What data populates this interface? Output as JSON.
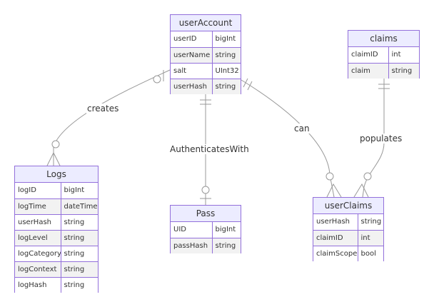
{
  "diagram": {
    "colors": {
      "border": "#9370db",
      "header_fill": "#ececff",
      "line": "#999999"
    },
    "entities": {
      "userAccount": {
        "name": "userAccount",
        "attributes": [
          {
            "name": "userID",
            "type": "bigInt"
          },
          {
            "name": "userName",
            "type": "string"
          },
          {
            "name": "salt",
            "type": "UInt32"
          },
          {
            "name": "userHash",
            "type": "string"
          }
        ]
      },
      "claims": {
        "name": "claims",
        "attributes": [
          {
            "name": "claimID",
            "type": "int"
          },
          {
            "name": "claim",
            "type": "string"
          }
        ]
      },
      "logs": {
        "name": "Logs",
        "attributes": [
          {
            "name": "logID",
            "type": "bigInt"
          },
          {
            "name": "logTime",
            "type": "dateTime"
          },
          {
            "name": "userHash",
            "type": "string"
          },
          {
            "name": "logLevel",
            "type": "string"
          },
          {
            "name": "logCategory",
            "type": "string"
          },
          {
            "name": "logContext",
            "type": "string"
          },
          {
            "name": "logHash",
            "type": "string"
          }
        ]
      },
      "pass": {
        "name": "Pass",
        "attributes": [
          {
            "name": "UID",
            "type": "bigInt"
          },
          {
            "name": "passHash",
            "type": "string"
          }
        ]
      },
      "userClaims": {
        "name": "userClaims",
        "attributes": [
          {
            "name": "userHash",
            "type": "string"
          },
          {
            "name": "claimID",
            "type": "int"
          },
          {
            "name": "claimScope",
            "type": "bool"
          }
        ]
      }
    },
    "relationships": {
      "creates": "creates",
      "authenticatesWith": "AuthenticatesWith",
      "can": "can",
      "populates": "populates"
    }
  }
}
